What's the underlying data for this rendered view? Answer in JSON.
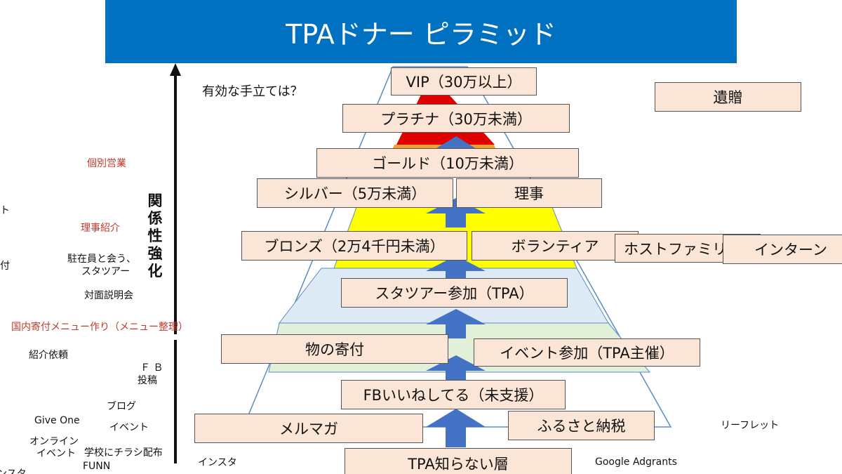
{
  "title": "TPAドナー ピラミッド",
  "question": "有効な手立ては？",
  "vertical_label": [
    "関",
    "係",
    "性",
    "強",
    "化"
  ],
  "tiers": {
    "vip": "VIP（30万以上）",
    "platinum": "プラチナ（30万未満）",
    "gold": "ゴールド（10万未満）",
    "silver": "シルバー（5万未満）",
    "director": "理事",
    "bronze": "ブロンズ（2万4千円未満）",
    "volunteer": "ボランティア",
    "host_family": "ホストファミリー",
    "intern": "インターン",
    "stay_tour": "スタツアー参加（TPA）",
    "goods_donation": "物の寄付",
    "event_join": "イベント参加（TPA主催）",
    "fb_like": "FBいいねしてる（未支援）",
    "mail_magazine": "メルマガ",
    "furusato": "ふるさと納税",
    "unaware": "TPA知らない層",
    "bequest": "遺贈"
  },
  "left_notes": {
    "individual_sales": "個別営業",
    "director_intro": "理事紹介",
    "meet_staff": "駐在員と会う、",
    "stay_tour_note": "スタツアー",
    "face_to_face": "対面説明会",
    "domestic_menu": "国内寄付メニュー作り（メニュー整理）",
    "intro_request": "紹介依頼",
    "fb_post_1": "Ｆ Ｂ",
    "fb_post_2": "投稿",
    "blog": "ブログ",
    "give_one": "Give One",
    "event": "イベント",
    "online_1": "オンライン",
    "online_2": "イベント",
    "school_flyer": "学校にチラシ配布",
    "funn": "FUNN",
    "edge_1": "ト",
    "edge_2": "付",
    "edge_3": "ンスタ"
  },
  "right_notes": {
    "instagram": "インスタ",
    "leaflet": "リーフレット",
    "google_adgrants": "Google Adgrants"
  },
  "colors": {
    "header": "#0070c0",
    "box": "#fbe5d6",
    "tier_red": "#e00000",
    "tier_orange": "#f4a030",
    "tier_yellow": "#ffff00",
    "tier_lightblue": "#deebf7",
    "tier_lightgreen": "#e2f0d9",
    "arrow": "#4472c4",
    "accent_red": "#c0392b"
  }
}
